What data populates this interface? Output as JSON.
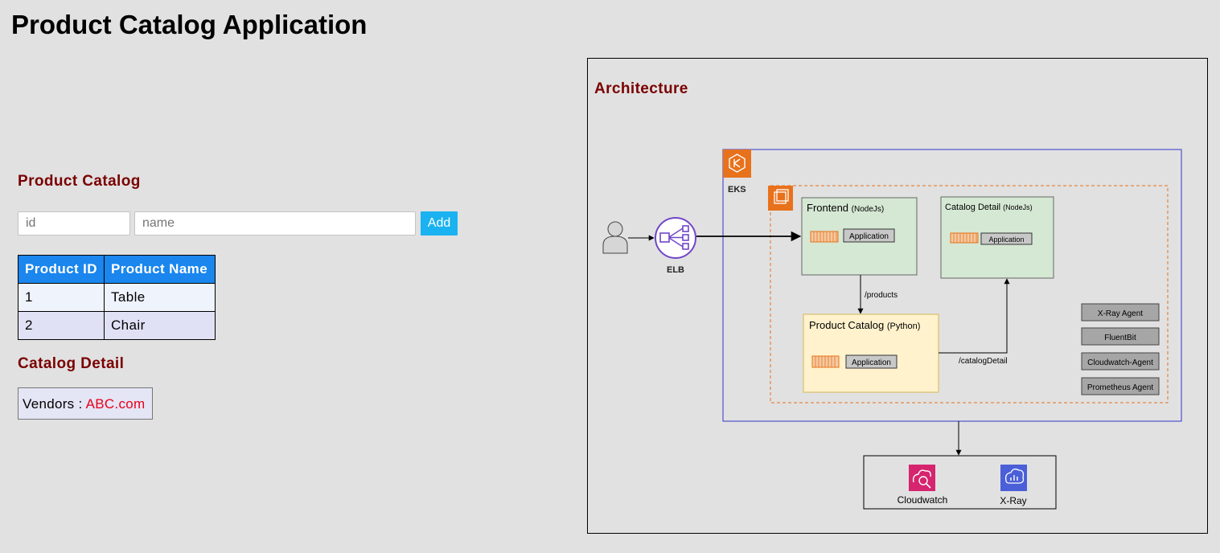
{
  "page": {
    "title": "Product Catalog Application"
  },
  "catalog": {
    "heading": "Product Catalog",
    "id_placeholder": "id",
    "name_placeholder": "name",
    "add_label": "Add",
    "table": {
      "headers": [
        "Product ID",
        "Product Name"
      ],
      "rows": [
        {
          "id": "1",
          "name": "Table"
        },
        {
          "id": "2",
          "name": "Chair"
        }
      ]
    }
  },
  "detail": {
    "heading": "Catalog Detail",
    "vendors_label": "Vendors :",
    "vendors_value": "ABC.com"
  },
  "architecture": {
    "title": "Architecture",
    "elb_label": "ELB",
    "eks_label": "EKS",
    "frontend": {
      "name": "Frontend",
      "runtime": "(NodeJs)",
      "app_label": "Application"
    },
    "catalog_detail": {
      "name": "Catalog Detail",
      "runtime": "(NodeJs)",
      "app_label": "Application"
    },
    "product_catalog": {
      "name": "Product Catalog",
      "runtime": "(Python)",
      "app_label": "Application"
    },
    "route_products": "/products",
    "route_catalog_detail": "/catalogDetail",
    "agents": [
      "X-Ray Agent",
      "FluentBit",
      "Cloudwatch-Agent",
      "Prometheus Agent"
    ],
    "services": [
      {
        "name": "Cloudwatch",
        "icon": "cloudwatch-icon"
      },
      {
        "name": "X-Ray",
        "icon": "xray-icon"
      }
    ]
  },
  "colors": {
    "background": "#e1e1e1",
    "heading_red": "#7a0000",
    "table_header": "#1a86ee",
    "add_button": "#1ab2f0",
    "vendor_link": "#e8001a",
    "eks_border": "#3333cc",
    "aws_orange": "#e8711c",
    "frontend_fill": "#d5e8d4",
    "python_fill": "#fff2cc",
    "elb_purple": "#7146c7"
  }
}
